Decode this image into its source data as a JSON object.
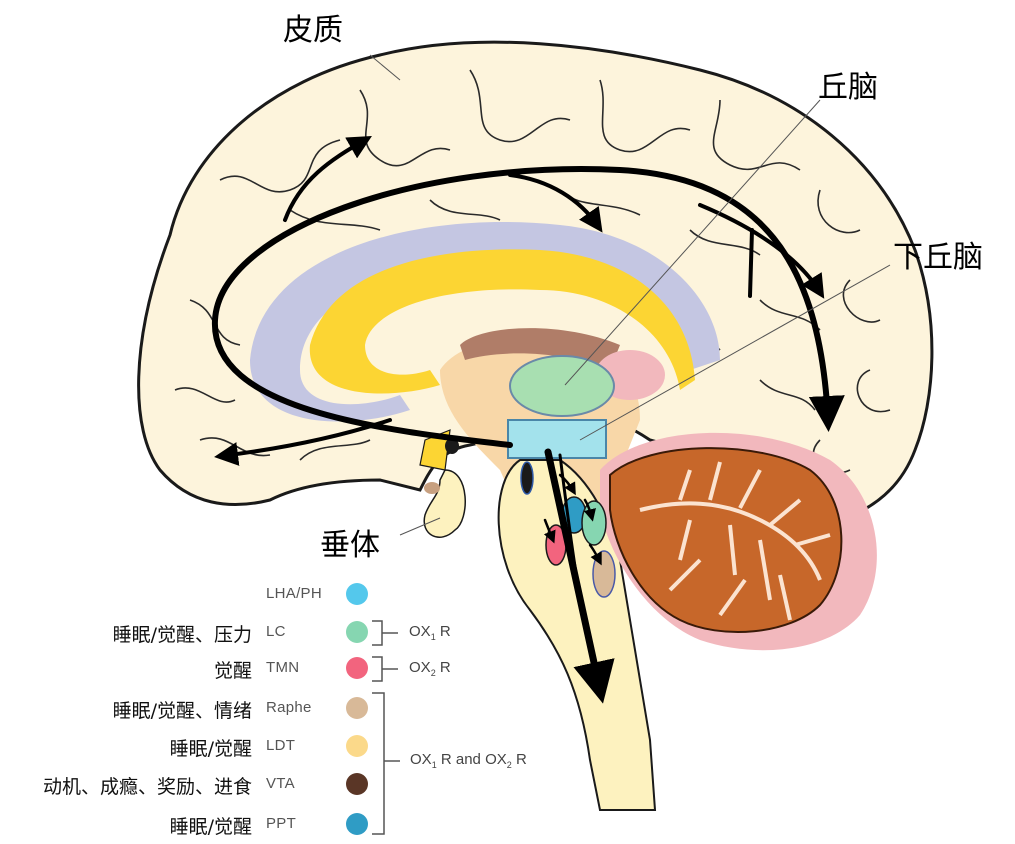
{
  "labels": {
    "cortex": "皮质",
    "thalamus": "丘脑",
    "hypothalamus": "下丘脑",
    "pituitary": "垂体"
  },
  "legend": [
    {
      "function": "",
      "abbr": "LHA/PH",
      "color": "#54c8ec"
    },
    {
      "function": "睡眠/觉醒、压力",
      "abbr": "LC",
      "color": "#86d6b1"
    },
    {
      "function": "觉醒",
      "abbr": "TMN",
      "color": "#f2647e"
    },
    {
      "function": "睡眠/觉醒、情绪",
      "abbr": "Raphe",
      "color": "#d8b998"
    },
    {
      "function": "睡眠/觉醒",
      "abbr": "LDT",
      "color": "#fbd98a"
    },
    {
      "function": "动机、成瘾、奖励、进食",
      "abbr": "VTA",
      "color": "#5a3626"
    },
    {
      "function": "睡眠/觉醒",
      "abbr": "PPT",
      "color": "#2f9cc5"
    }
  ],
  "receptors": {
    "ox1": {
      "prefix": "OX",
      "sub": "1",
      "suffix": " R"
    },
    "ox2": {
      "prefix": "OX",
      "sub": "2",
      "suffix": " R"
    },
    "both": {
      "p1": "OX",
      "s1": "1",
      "m": " R and ",
      "p2": "OX",
      "s2": "2",
      "e": " R"
    }
  },
  "colors": {
    "brain_fill": "#fdf4dc",
    "corpus_callosum_outer": "#c4c6e2",
    "corpus_callosum_inner": "#fcd533",
    "fornix": "#b07d68",
    "thalamus": "#a8dfb1",
    "hypothalamus": "#a3e2ec",
    "cerebellum_outer": "#f2b8bd",
    "cerebellum_inner": "#c7672a",
    "brainstem": "#fdf2bf",
    "diencephalon": "#f8d7a8"
  }
}
